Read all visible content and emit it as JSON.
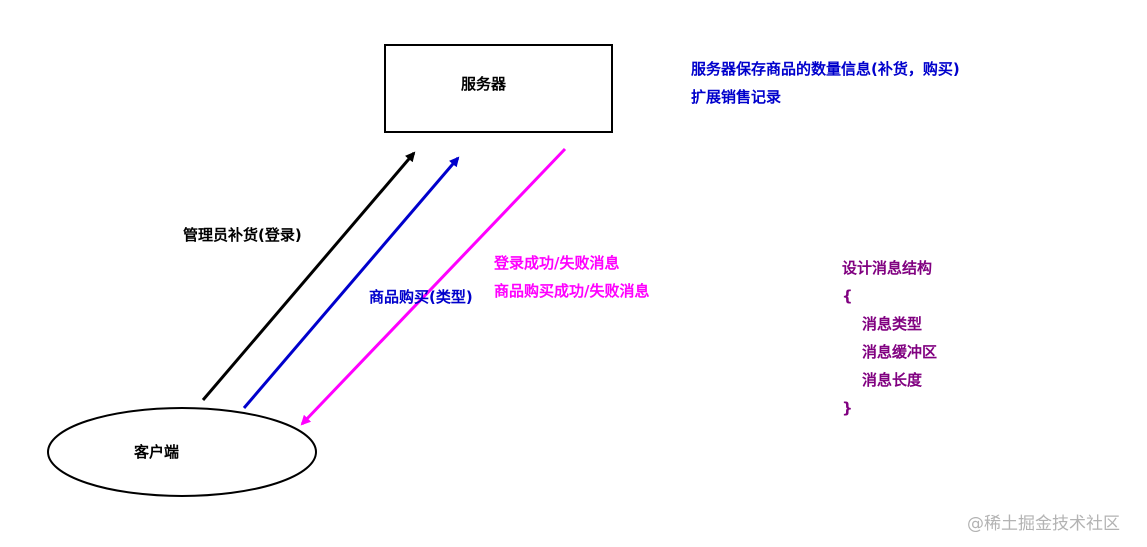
{
  "server": {
    "label": "服务器"
  },
  "client": {
    "label": "客户端"
  },
  "arrows": {
    "admin_restock": {
      "label": "管理员补货(登录)",
      "color": "#000000"
    },
    "purchase": {
      "label": "商品购买(类型)",
      "color": "#0000cc"
    },
    "response": {
      "line1": "登录成功/失败消息",
      "line2": "商品购买成功/失败消息",
      "color": "#ff00ff"
    }
  },
  "server_notes": {
    "line1": "服务器保存商品的数量信息(补货，购买)",
    "line2": "扩展销售记录",
    "color": "#0000cc"
  },
  "message_struct": {
    "title": "设计消息结构",
    "open_brace": "{",
    "fields": [
      "消息类型",
      "消息缓冲区",
      "消息长度"
    ],
    "close_brace": "}",
    "color": "#800080"
  },
  "watermark": "@稀土掘金技术社区"
}
